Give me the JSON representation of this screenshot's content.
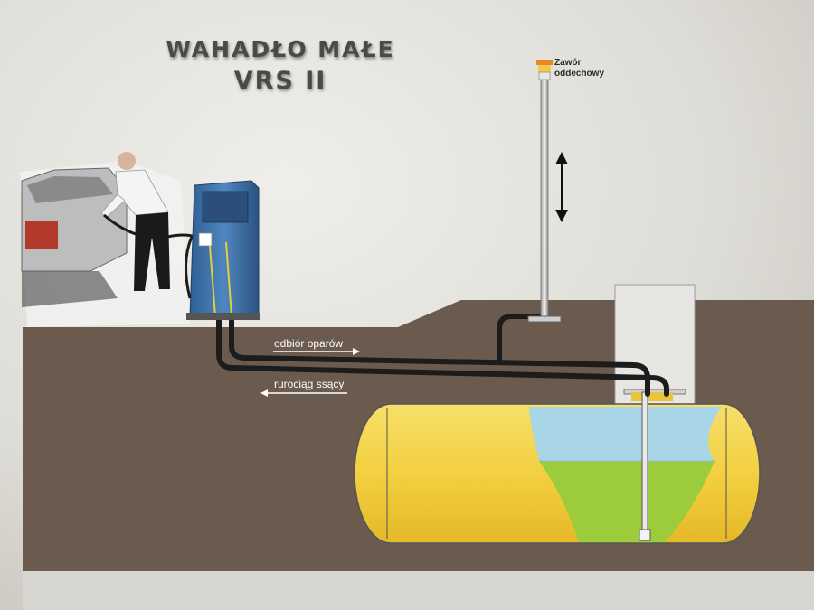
{
  "title": {
    "line1": "WAHADŁO MAŁE",
    "line2": "VRS II"
  },
  "valve_label": {
    "line1": "Zawór",
    "line2": "oddechowy"
  },
  "pipes": {
    "vapor_return": "odbiór oparów",
    "suction": "rurociąg ssący"
  },
  "colors": {
    "background": "#d8d6d0",
    "ground": "#6b5a4e",
    "tank": "#f2d24a",
    "fuel": "#9ccc3c",
    "vapor": "#9fd0e6",
    "pipe": "#1c1c1c",
    "dispenser": "#3a6aa0"
  }
}
